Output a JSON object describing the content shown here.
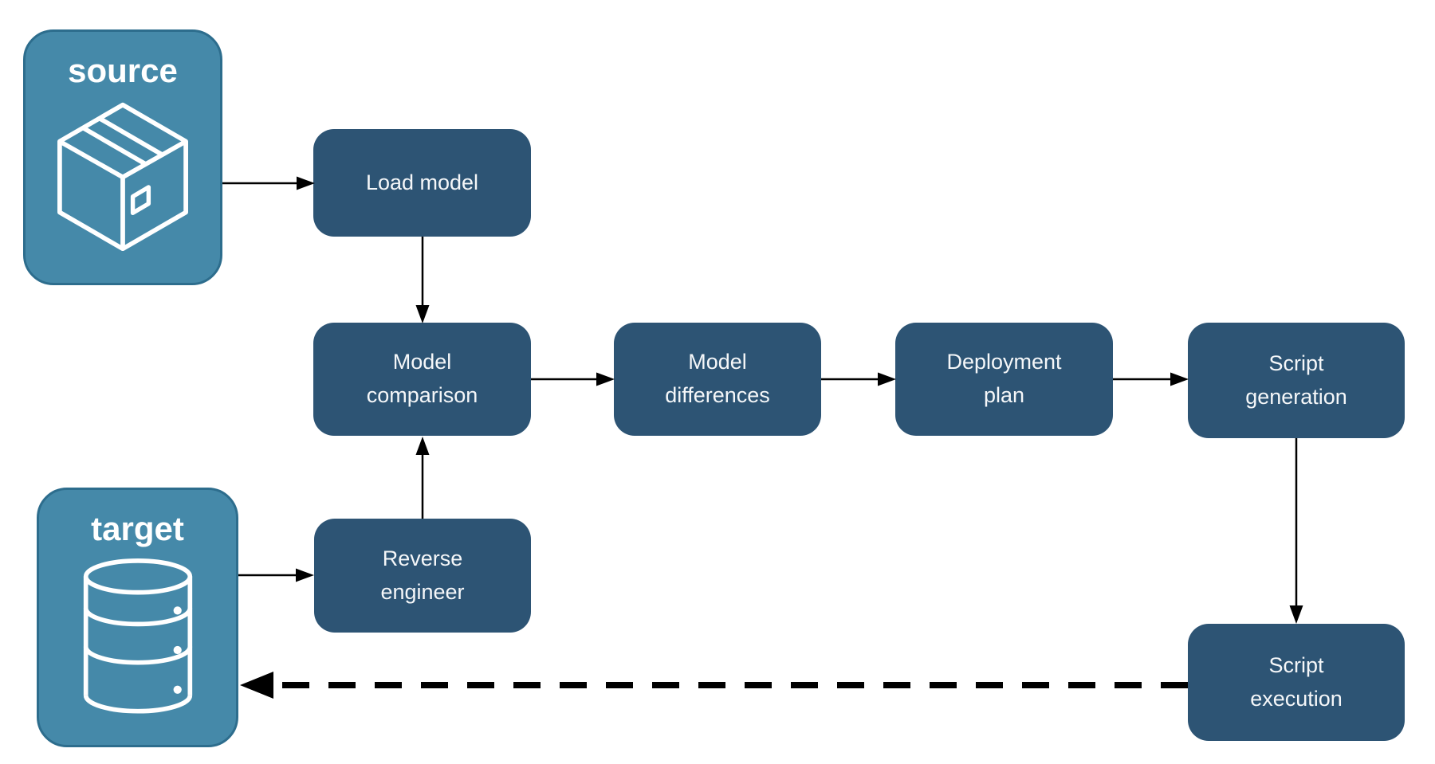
{
  "diagram": {
    "endpoints": {
      "source": {
        "label": "source",
        "icon": "package-icon"
      },
      "target": {
        "label": "target",
        "icon": "database-icon"
      }
    },
    "nodes": {
      "load_model": {
        "label": "Load model"
      },
      "model_comparison": {
        "label": "Model comparison"
      },
      "model_differences": {
        "label": "Model differences"
      },
      "deployment_plan": {
        "label": "Deployment plan"
      },
      "script_generation": {
        "label": "Script generation"
      },
      "reverse_engineer": {
        "label": "Reverse engineer"
      },
      "script_execution": {
        "label": "Script execution"
      }
    },
    "edges": [
      {
        "from": "source",
        "to": "load_model",
        "style": "solid"
      },
      {
        "from": "load_model",
        "to": "model_comparison",
        "style": "solid"
      },
      {
        "from": "model_comparison",
        "to": "model_differences",
        "style": "solid"
      },
      {
        "from": "model_differences",
        "to": "deployment_plan",
        "style": "solid"
      },
      {
        "from": "deployment_plan",
        "to": "script_generation",
        "style": "solid"
      },
      {
        "from": "script_generation",
        "to": "script_execution",
        "style": "solid"
      },
      {
        "from": "target",
        "to": "reverse_engineer",
        "style": "solid"
      },
      {
        "from": "reverse_engineer",
        "to": "model_comparison",
        "style": "solid"
      },
      {
        "from": "script_execution",
        "to": "target",
        "style": "dashed"
      }
    ],
    "colors": {
      "endpoint_fill": "#4589a9",
      "endpoint_border": "#2d6d8d",
      "node_fill": "#2d5474",
      "node_text": "#f5f7f9",
      "endpoint_text": "#ffffff",
      "arrow": "#000000",
      "background": "#ffffff"
    }
  }
}
